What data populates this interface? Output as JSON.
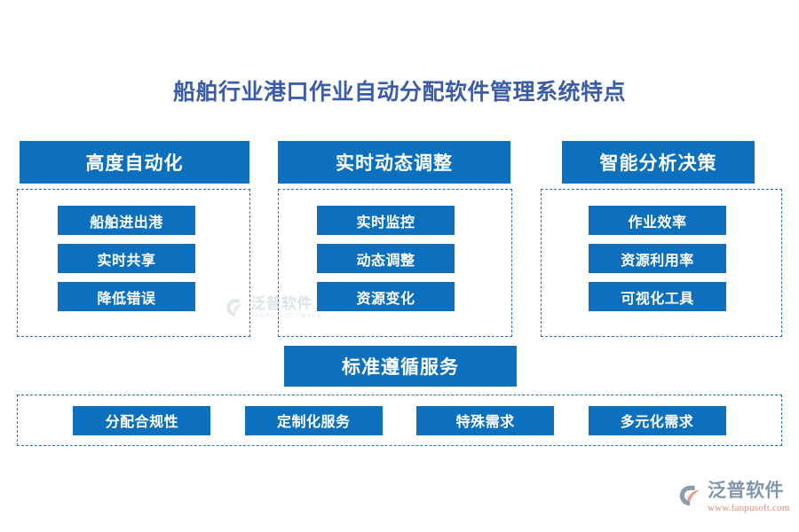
{
  "title": "船舶行业港口作业自动分配软件管理系统特点",
  "colors": {
    "primary_blue": "#0c70be",
    "title_indigo": "#3b5ca8",
    "dashed_border": "#2a6fc4",
    "logo_gray": "#8296ad",
    "logo_url_color": "#e08b72",
    "background": "#ffffff"
  },
  "columns": [
    {
      "header": "高度自动化",
      "items": [
        "船舶进出港",
        "实时共享",
        "降低错误"
      ]
    },
    {
      "header": "实时动态调整",
      "items": [
        "实时监控",
        "动态调整",
        "资源变化"
      ]
    },
    {
      "header": "智能分析决策",
      "items": [
        "作业效率",
        "资源利用率",
        "可视化工具"
      ]
    }
  ],
  "middle_banner": {
    "label": "标准遵循服务"
  },
  "bottom_row": {
    "items": [
      "分配合规性",
      "定制化服务",
      "特殊需求",
      "多元化需求"
    ]
  },
  "watermark": {
    "cn": "泛普软件",
    "en": "FANPU SOFTWARE"
  },
  "brand_logo": {
    "cn": "泛普软件",
    "url": "www.fanpusoft.com"
  }
}
